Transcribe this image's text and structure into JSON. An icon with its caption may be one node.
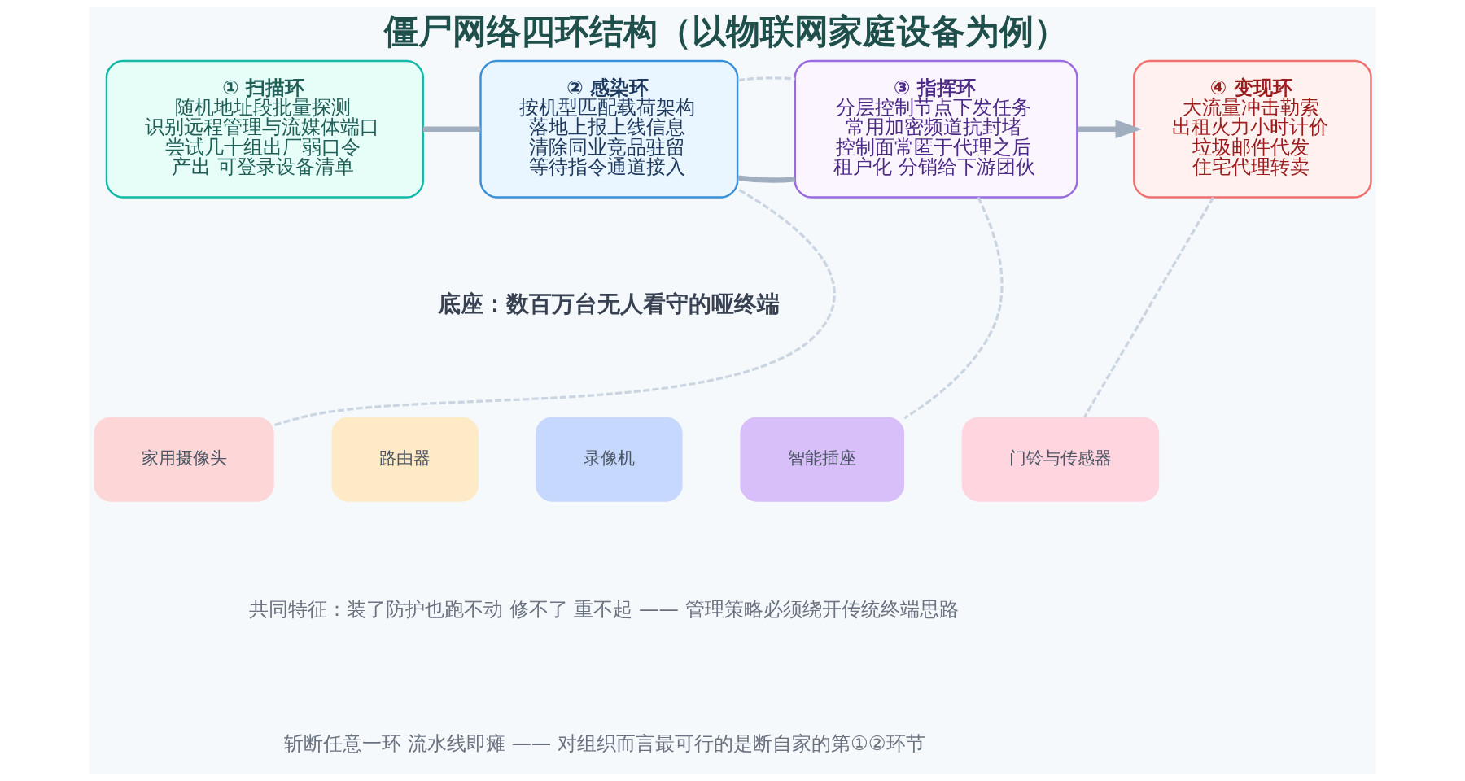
{
  "diagram": {
    "title": "僵尸网络四环结构（以物联网家庭设备为例）",
    "nodes": [
      {
        "text": [
          "① 扫描环",
          "随机地址段批量探测",
          "识别远程管理与流媒体端口",
          "尝试几十组出厂弱口令",
          "产出 可登录设备清单"
        ]
      },
      {
        "text": [
          "② 感染环",
          "按机型匹配载荷架构",
          "落地上报上线信息",
          "清除同业竞品驻留",
          "等待指令通道接入"
        ]
      },
      {
        "text": [
          "③ 指挥环",
          "分层控制节点下发任务",
          "常用加密频道抗封堵",
          "控制面常匿于代理之后",
          "租户化 分销给下游团伙"
        ]
      },
      {
        "text": [
          "④ 变现环",
          "大流量冲击勒索",
          "出租火力小时计价",
          "垃圾邮件代发",
          "住宅代理转卖"
        ]
      },
      {
        "text": [
          "家用摄像头"
        ]
      },
      {
        "text": [
          "路由器"
        ]
      },
      {
        "text": [
          "录像机"
        ]
      },
      {
        "text": [
          "智能插座"
        ]
      },
      {
        "text": [
          "门铃与传感器"
        ]
      }
    ],
    "edges": [
      {
        "from": 0,
        "to": 1,
        "arrow": "none",
        "style": "thick"
      },
      {
        "from": 1,
        "to": 2,
        "arrow": "none",
        "style": "thick"
      },
      {
        "from": 2,
        "to": 3,
        "arrow": "to",
        "style": "thick"
      },
      {
        "from": 4,
        "to": 1,
        "arrow": "none",
        "style": "dashed",
        "color": "#cbd5e1"
      },
      {
        "from": 1,
        "to": 2,
        "arrow": "none",
        "style": "dashed",
        "color": "#cbd5e1"
      },
      {
        "from": 2,
        "to": 7,
        "arrow": "none",
        "style": "dashed",
        "color": "#cbd5e1"
      },
      {
        "from": 3,
        "to": 8,
        "arrow": "none",
        "style": "dashed",
        "color": "#cbd5e1"
      }
    ],
    "labels": [
      "底座：数百万台无人看守的哑终端",
      "共同特征：装了防护也跑不动 修不了 重不起 —— 管理策略必须绕开传统终端思路",
      "斩断任意一环 流水线即瘫 —— 对组织而言最可行的是断自家的第①②环节"
    ]
  }
}
